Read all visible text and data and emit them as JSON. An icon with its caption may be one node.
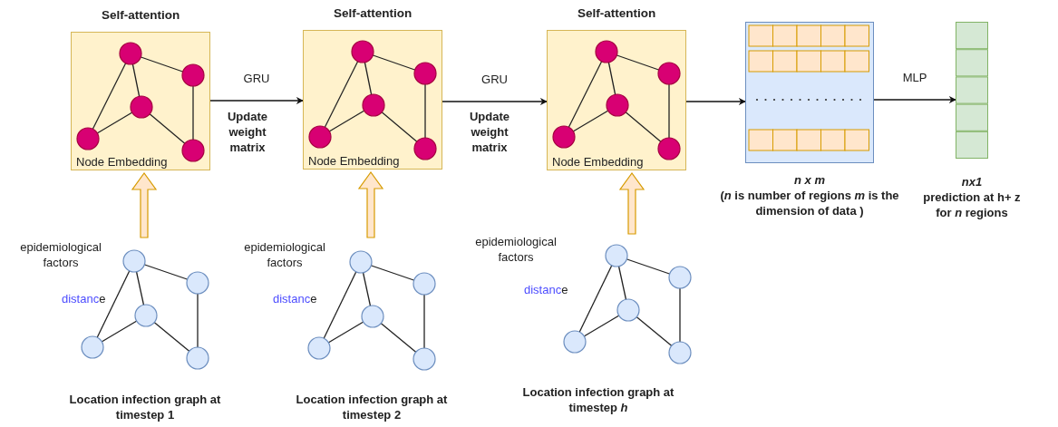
{
  "diagram": {
    "nodes": [
      {
        "text": [
          "Self-attention",
          "Node Embedding"
        ]
      },
      {
        "text": [
          "Self-attention",
          "Node Embedding"
        ]
      },
      {
        "text": [
          "Self-attention",
          "Node Embedding"
        ]
      },
      {
        "text": [],
        "shape": "box",
        "beside": [
          "n x m",
          "(*n* is number of regions *m* is the dimension of data )"
        ]
      },
      {
        "text": [],
        "shape": "box",
        "beside": [
          "nx1",
          "prediction at h+ z for *n* regions"
        ]
      },
      {
        "text": [
          "epidemiological factors",
          "distance"
        ],
        "beside": [
          "Location infection graph at timestep 1"
        ]
      },
      {
        "text": [
          "epidemiological factors",
          "distance"
        ],
        "beside": [
          "Location infection graph at timestep 2"
        ]
      },
      {
        "text": [
          "epidemiological factors",
          "distance"
        ],
        "beside": [
          "Location infection graph at timestep *h*"
        ]
      }
    ],
    "edges": [
      {
        "from": 0,
        "to": 1,
        "arrow": "to",
        "label": "GRU"
      },
      {
        "from": 1,
        "to": 2,
        "arrow": "to",
        "label": "GRU"
      },
      {
        "from": 2,
        "to": 3,
        "arrow": "to"
      },
      {
        "from": 3,
        "to": 4,
        "arrow": "to",
        "label": "MLP"
      },
      {
        "from": 5,
        "to": 0,
        "arrow": "to",
        "style": "thick"
      },
      {
        "from": 6,
        "to": 1,
        "arrow": "to",
        "style": "thick"
      },
      {
        "from": 7,
        "to": 2,
        "arrow": "to",
        "style": "thick"
      }
    ],
    "labels": [
      "Update weight matrix",
      "Update weight matrix"
    ]
  }
}
